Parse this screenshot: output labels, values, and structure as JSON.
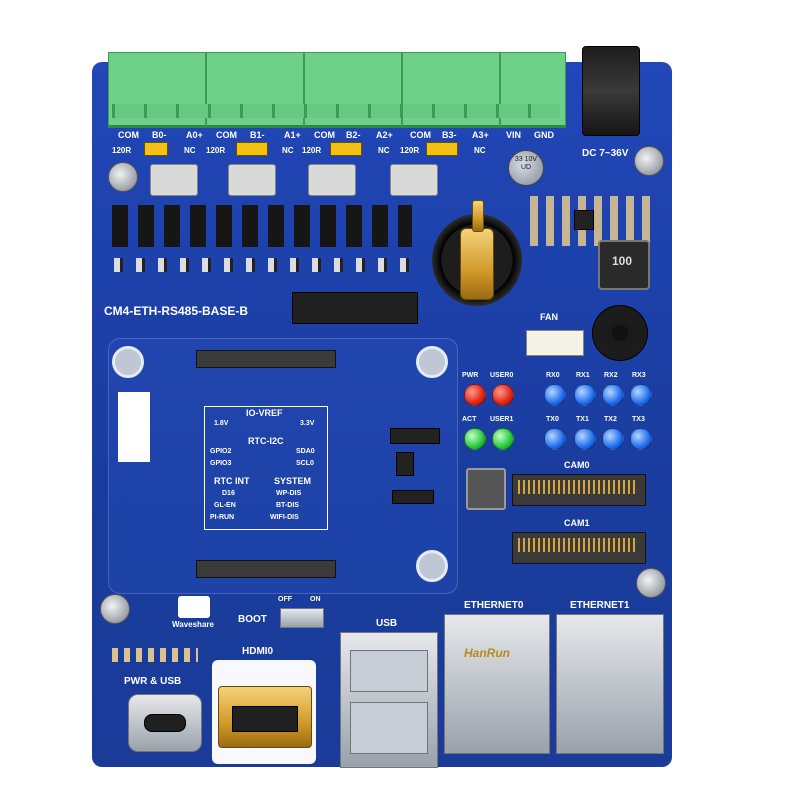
{
  "board": {
    "name": "CM4-ETH-RS485-BASE-B",
    "brand": "Waveshare",
    "colors": {
      "pcb": "#1b3fa8",
      "terminal": "#6fd08a",
      "silkscreen": "#ffffff"
    }
  },
  "terminals": {
    "groups": [
      {
        "com": "COM",
        "b": "B0-",
        "a": "A0+",
        "r": "120R",
        "nc": "NC"
      },
      {
        "com": "COM",
        "b": "B1-",
        "a": "A1+",
        "r": "120R",
        "nc": "NC"
      },
      {
        "com": "COM",
        "b": "B2-",
        "a": "A2+",
        "r": "120R",
        "nc": "NC"
      },
      {
        "com": "COM",
        "b": "B3-",
        "a": "A3+",
        "r": "120R",
        "nc": "NC"
      }
    ],
    "power": {
      "vin": "VIN",
      "gnd": "GND"
    }
  },
  "power_jack": {
    "label": "DC 7~36V"
  },
  "inductor": {
    "label": "100"
  },
  "capacitor": {
    "label": "33 10V UD"
  },
  "fan": {
    "label": "FAN"
  },
  "leds": {
    "status": [
      {
        "label": "PWR",
        "color": "red"
      },
      {
        "label": "USER0",
        "color": "red"
      },
      {
        "label": "ACT",
        "color": "green"
      },
      {
        "label": "USER1",
        "color": "green"
      }
    ],
    "rx": [
      "RX0",
      "RX1",
      "RX2",
      "RX3"
    ],
    "tx": [
      "TX0",
      "TX1",
      "TX2",
      "TX3"
    ]
  },
  "config": {
    "io_vref": {
      "title": "IO-VREF",
      "left": "1.8V",
      "right": "3.3V"
    },
    "rtc_i2c": {
      "title": "RTC-I2C",
      "rows": [
        {
          "l": "GPIO2",
          "r": "SDA0"
        },
        {
          "l": "GPIO3",
          "r": "SCL0"
        }
      ]
    },
    "rtc_int": {
      "title": "RTC INT",
      "rows": [
        "D16",
        "GL-EN",
        "PI-RUN"
      ]
    },
    "system": {
      "title": "SYSTEM",
      "rows": [
        "WP-DIS",
        "BT-DIS",
        "WIFI-DIS"
      ]
    }
  },
  "cameras": {
    "cam0": "CAM0",
    "cam1": "CAM1"
  },
  "bottom": {
    "pwr_usb": "PWR & USB",
    "hdmi": "HDMI0",
    "boot": "BOOT",
    "off": "OFF",
    "on": "ON",
    "usb": "USB",
    "eth0": "ETHERNET0",
    "eth1": "ETHERNET1",
    "hanrun": "HanRun"
  }
}
